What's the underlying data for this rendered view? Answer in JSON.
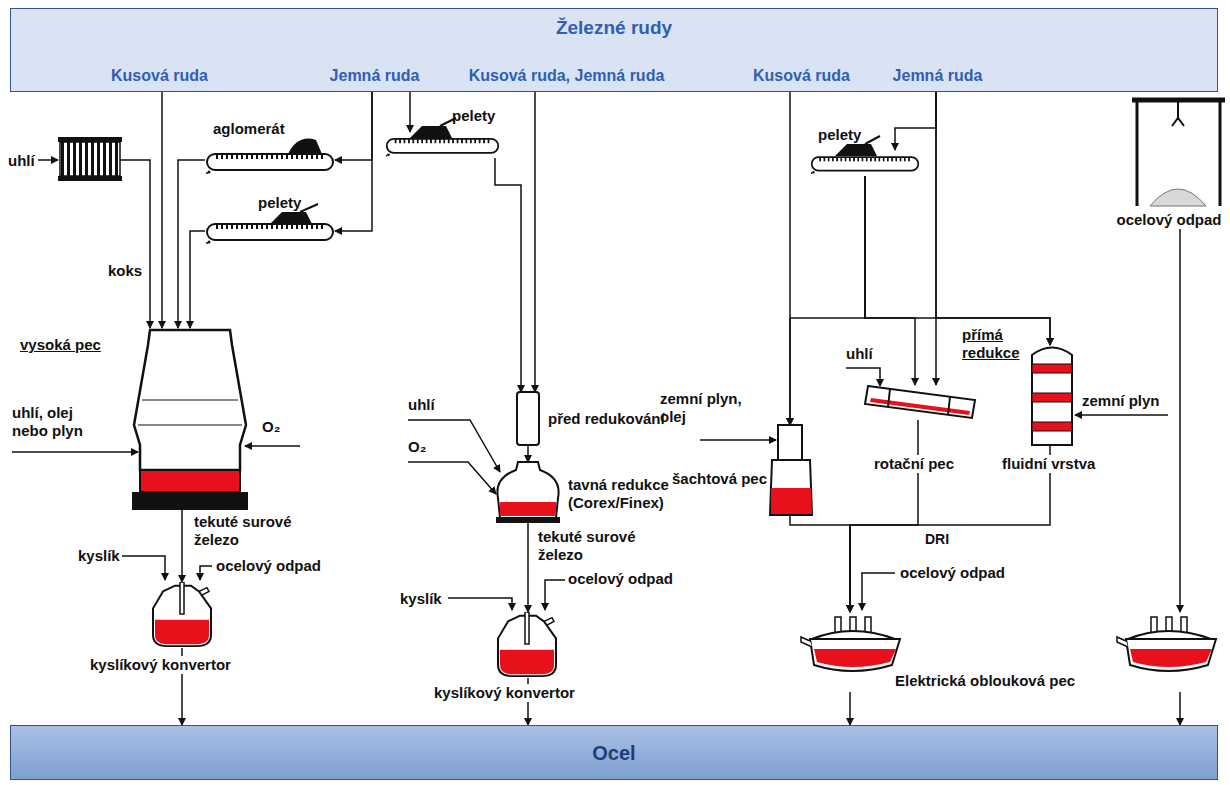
{
  "diagram": {
    "nodes": [
      {
        "text": [
          "Železné rudy"
        ]
      },
      {
        "text": [
          "Kusová ruda"
        ],
        "in": 0
      },
      {
        "text": [
          "Jemná ruda"
        ],
        "in": 0
      },
      {
        "text": [
          "Kusová ruda, Jemná ruda"
        ],
        "in": 0
      },
      {
        "text": [
          "Kusová ruda"
        ],
        "in": 0
      },
      {
        "text": [
          "Jemná ruda"
        ],
        "in": 0
      },
      {
        "text": [
          "aglomerát"
        ]
      },
      {
        "text": [
          "pelety"
        ]
      },
      {
        "text": [
          "pelety"
        ]
      },
      {
        "text": [
          "pelety"
        ]
      },
      {
        "text": [
          "ocelový odpad"
        ]
      },
      {
        "text": [
          "vysoká pec"
        ]
      },
      {
        "text": [
          "před redukování"
        ]
      },
      {
        "text": [
          "tavná redukce (Corex/Finex)"
        ]
      },
      {
        "text": [
          "šachtová pec"
        ]
      },
      {
        "text": [
          "rotační pec"
        ]
      },
      {
        "text": [
          "fluidní vrstva"
        ]
      },
      {
        "text": [
          "kyslíkový konvertor"
        ]
      },
      {
        "text": [
          "kyslíkový konvertor"
        ]
      },
      {
        "text": [
          "Elektrická oblouková pec"
        ]
      },
      {
        "text": [
          "Ocel"
        ]
      }
    ],
    "edges": [
      {
        "from": 1,
        "to": 11,
        "arrow": "to"
      },
      {
        "from": 2,
        "to": 6,
        "arrow": "to"
      },
      {
        "from": 2,
        "to": 7,
        "arrow": "to"
      },
      {
        "from": 6,
        "to": 11,
        "arrow": "to"
      },
      {
        "from": 7,
        "to": 11,
        "arrow": "to"
      },
      {
        "from": 3,
        "to": 8,
        "arrow": "to"
      },
      {
        "from": 3,
        "to": 12,
        "arrow": "to"
      },
      {
        "from": 8,
        "to": 12,
        "arrow": "to"
      },
      {
        "from": 12,
        "to": 13,
        "arrow": "to"
      },
      {
        "from": 11,
        "to": 17,
        "arrow": "to"
      },
      {
        "from": 13,
        "to": 18,
        "arrow": "to"
      },
      {
        "from": 17,
        "to": 20,
        "arrow": "to"
      },
      {
        "from": 18,
        "to": 20,
        "arrow": "to"
      },
      {
        "from": 4,
        "to": 14,
        "arrow": "to"
      },
      {
        "from": 5,
        "to": 9,
        "arrow": "to"
      },
      {
        "from": 9,
        "to": 14,
        "arrow": "to"
      },
      {
        "from": 9,
        "to": 15,
        "arrow": "to"
      },
      {
        "from": 5,
        "to": 15,
        "arrow": "to"
      },
      {
        "from": 9,
        "to": 16,
        "arrow": "to"
      },
      {
        "from": 5,
        "to": 16,
        "arrow": "to"
      },
      {
        "from": 14,
        "to": 19,
        "arrow": "to"
      },
      {
        "from": 15,
        "to": 19,
        "arrow": "to"
      },
      {
        "from": 16,
        "to": 19,
        "arrow": "to"
      },
      {
        "from": 10,
        "to": 19,
        "arrow": "to"
      },
      {
        "from": 19,
        "to": 20,
        "arrow": "to"
      },
      {
        "from": 19,
        "to": 20,
        "arrow": "to"
      }
    ],
    "labels": [
      "uhlí",
      "koks",
      "uhlí, olej nebo plyn",
      "O₂",
      "tekuté surové železo",
      "kyslík",
      "ocelový odpad",
      "uhlí",
      "O₂",
      "tekuté surové železo",
      "kyslík",
      "ocelový odpad",
      "zemní plyn, olej",
      "uhlí",
      "přímá redukce",
      "zemní plyn",
      "DRI",
      "ocelový odpad"
    ]
  }
}
